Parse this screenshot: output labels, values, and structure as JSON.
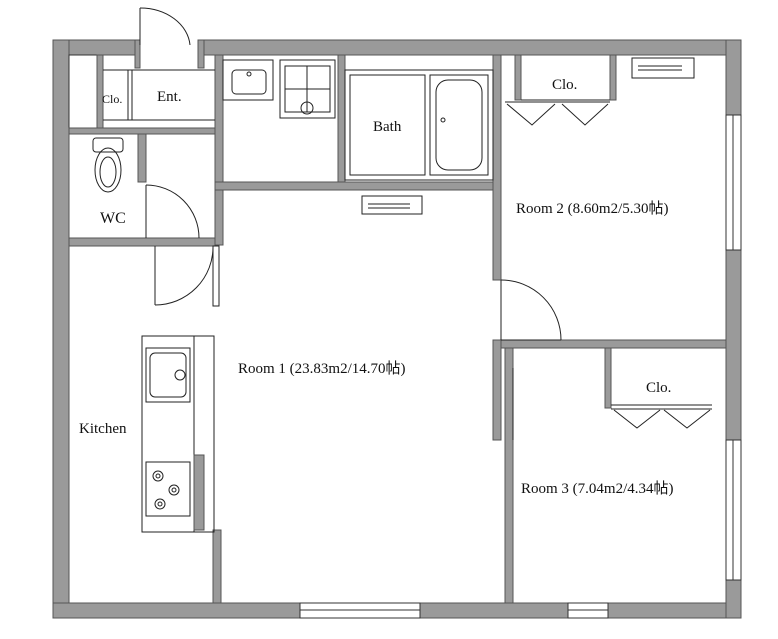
{
  "rooms": {
    "entrance": "Ent.",
    "entrance_closet": "Clo.",
    "wc": "WC",
    "bath": "Bath",
    "kitchen": "Kitchen",
    "room1": "Room 1 (23.83m2/14.70帖)",
    "room2": "Room 2 (8.60m2/5.30帖)",
    "room2_closet": "Clo.",
    "room3": "Room 3 (7.04m2/4.34帖)",
    "room3_closet": "Clo."
  },
  "colors": {
    "wall": "#9a9a9a",
    "wall_edge": "#555555",
    "line": "#222222",
    "background": "#ffffff"
  }
}
